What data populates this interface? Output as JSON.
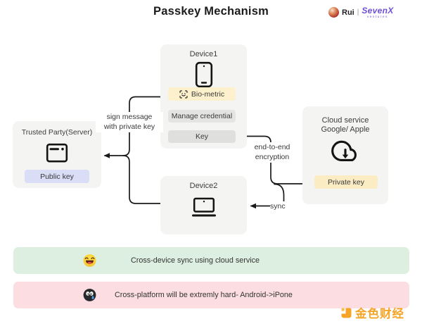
{
  "title": "Passkey Mechanism",
  "byline": {
    "author": "Rui",
    "divider": "|",
    "org": "SevenX",
    "org_subtitle": "ventures"
  },
  "diagram": {
    "device1": {
      "title": "Device1",
      "biometric_label": "Bio-metric",
      "manage_label": "Manage credential",
      "key_label": "Key"
    },
    "device2": {
      "title": "Device2"
    },
    "trusted_party": {
      "title": "Trusted Party(Server)",
      "key_label": "Public key"
    },
    "cloud": {
      "title_line1": "Cloud service",
      "title_line2": "Google/ Apple",
      "key_label": "Private key"
    },
    "labels": {
      "sign_line1": "sign message",
      "sign_line2": "with private key",
      "e2e_line1": "end-to-end",
      "e2e_line2": "encryption",
      "sync": "sync"
    }
  },
  "notes": [
    {
      "icon": "laughing-emoji",
      "text": "Cross-device sync using cloud service",
      "bg": "#ddefe1"
    },
    {
      "icon": "black-sweat-emoji",
      "text": "Cross-platform will be extremly hard- Android->iPone",
      "bg": "#fcdee2"
    }
  ],
  "watermark": {
    "text": "金色财经"
  },
  "colors": {
    "box_bg": "#f4f4f2",
    "gray_button": "#e4e4e2",
    "cream_button": "#fdf0cc",
    "lavender_button": "#d9ddf6",
    "green_note": "#ddefe1",
    "pink_note": "#fcdee2",
    "line": "#1a1a1a",
    "brand_purple": "#6d4fd8",
    "watermark_orange": "#f6a426"
  }
}
